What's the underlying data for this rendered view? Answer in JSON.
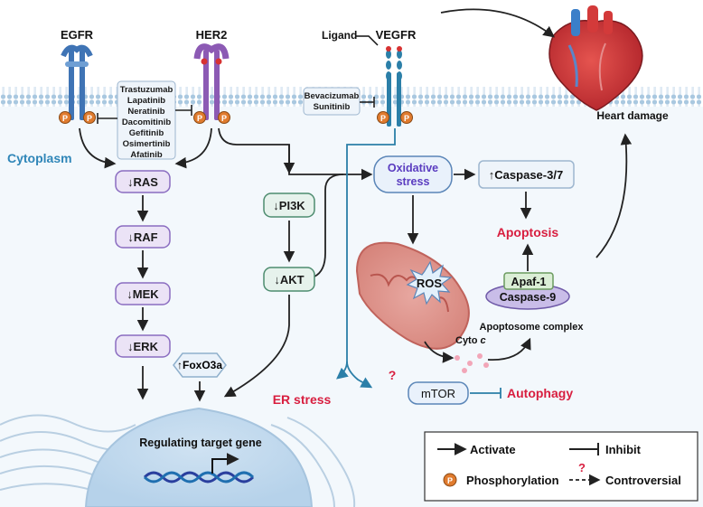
{
  "receptors": {
    "egfr": "EGFR",
    "her2": "HER2",
    "vegfr": "VEGFR",
    "ligand": "Ligand"
  },
  "drugs_egfr_her2": [
    "Trastuzumab",
    "Lapatinib",
    "Neratinib",
    "Dacomitinib",
    "Gefitinib",
    "Osimertinib",
    "Afatinib"
  ],
  "drugs_vegfr": [
    "Bevacizumab",
    "Sunitinib"
  ],
  "phospho_symbol": "P",
  "cytoplasm_label": "Cytoplasm",
  "heart_label": "Heart damage",
  "mapk_nodes": [
    "↓RAS",
    "↓RAF",
    "↓MEK",
    "↓ERK"
  ],
  "pi3k_nodes": [
    "↓PI3K",
    "↓AKT"
  ],
  "foxo": "↑FoxO3a",
  "oxidative": {
    "line1": "Oxidative",
    "line2": "stress"
  },
  "caspase37": "↑Caspase-3/7",
  "apoptosis": "Apoptosis",
  "ros": "ROS",
  "apaf": "Apaf-1",
  "caspase9": "Caspase-9",
  "apoptosome": "Apoptosome complex",
  "cyto_c": {
    "main": "Cyto",
    "italic": "c"
  },
  "er_stress": "ER stress",
  "mtor": "mTOR",
  "autophagy": "Autophagy",
  "question": "?",
  "nucleus_label": "Regulating target gene",
  "legend": {
    "activate": "Activate",
    "inhibit": "Inhibit",
    "phosphorylation": "Phosphorylation",
    "controversial": "Controversial"
  },
  "colors": {
    "membrane": "#a9c8e0",
    "cytoplasm": "#f3f8fc",
    "node_purple_fill": "#ebe3f6",
    "node_purple_stroke": "#8a6cc0",
    "node_green_fill": "#e6f2ec",
    "node_green_stroke": "#4d8c6f",
    "node_blue_fill": "#e9f1fb",
    "node_blue_stroke": "#5b86b8",
    "accent_red": "#d81e3f",
    "vegfr_teal": "#2b7fa8",
    "egfr_blue": "#3f74b5",
    "her2_purple": "#8c5ab4",
    "phospho_orange": "#e07b2e"
  }
}
